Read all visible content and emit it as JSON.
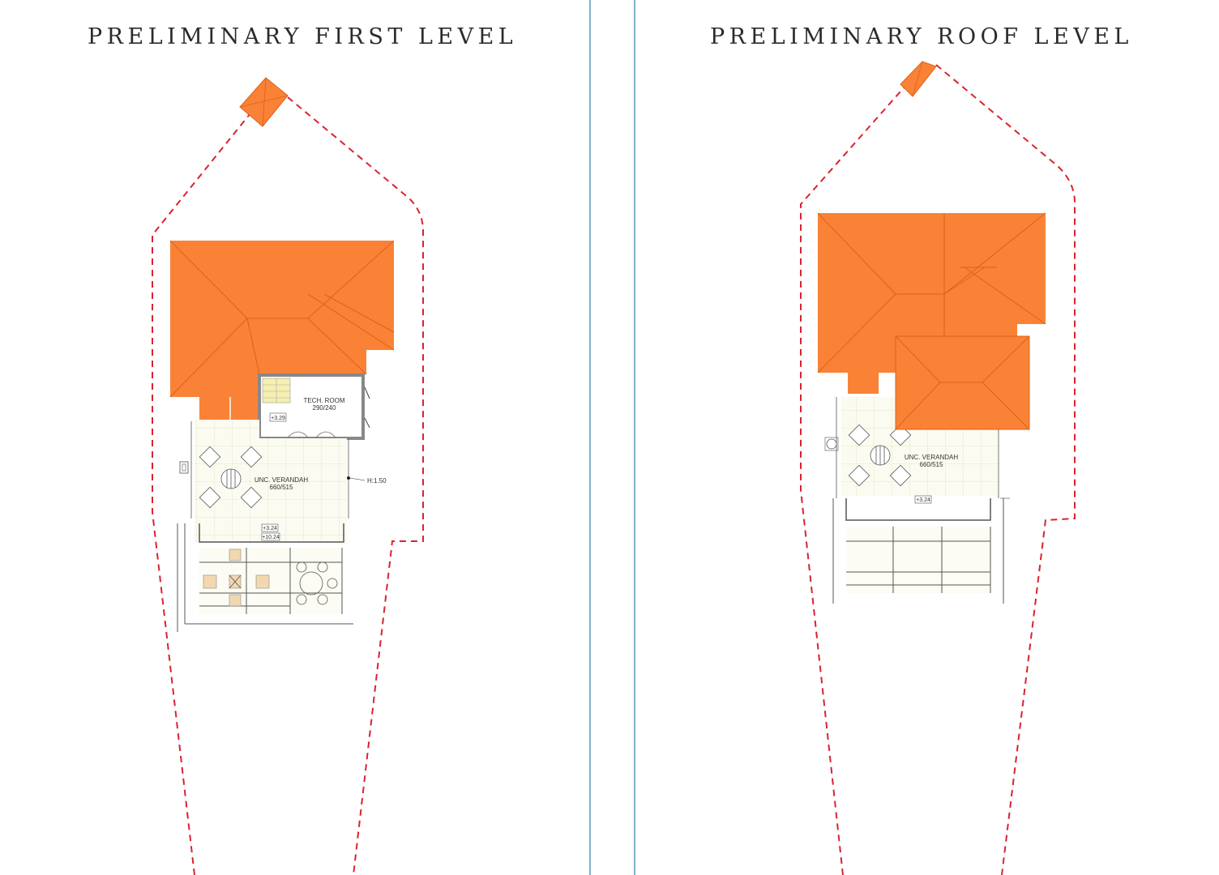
{
  "left_panel": {
    "title": "PRELIMINARY FIRST LEVEL",
    "tech_room_label": "TECH. ROOM",
    "tech_room_dims": "290/240",
    "level_tag_tech": "+3.29",
    "verandah_label": "UNC. VERANDAH",
    "verandah_dims": "660/515",
    "level_tag_floor": "+3.24",
    "level_tag_top": "+10.24",
    "height_note": "H:1.50"
  },
  "right_panel": {
    "title": "PRELIMINARY ROOF LEVEL",
    "verandah_label": "UNC. VERANDAH",
    "verandah_dims": "660/515",
    "level_tag_floor": "+3.24"
  },
  "colors": {
    "roof": "#f98236",
    "roof_edge": "#e0601a",
    "boundary": "#d9232e",
    "divider": "#7fb3c9"
  }
}
